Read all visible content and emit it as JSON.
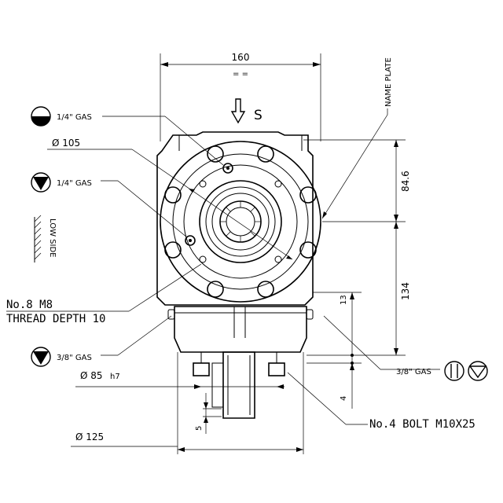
{
  "labels": {
    "width_160": "160",
    "equal_marks": "= =",
    "arrow_s": "S",
    "name_plate": "NAME PLATE",
    "gas_quarter_top": "1/4\" GAS",
    "dia_105": "Ø 105",
    "gas_quarter_mid": "1/4\" GAS",
    "low_side": "LOW SIDE",
    "dim_84_6": "84.6",
    "dim_134": "134",
    "dim_13": "13",
    "thread_line1": "No.8  M8",
    "thread_line2": "THREAD DEPTH 10",
    "gas_three_eighth_left": "3/8\" GAS",
    "dia_85": "Ø 85",
    "h7": "h7",
    "gas_three_eighth_right": "3/8\" GAS",
    "dim_4": "4",
    "dim_5": "5",
    "bolt": "No.4  BOLT  M10X25",
    "dia_125": "Ø 125"
  },
  "icons": {
    "level_half": "oil-level-half-circle-icon",
    "drain_triangle": "drain-triangle-icon",
    "breather_pair": "breather-symbol-icons"
  },
  "colors": {
    "line": "#000000",
    "background": "#ffffff"
  }
}
